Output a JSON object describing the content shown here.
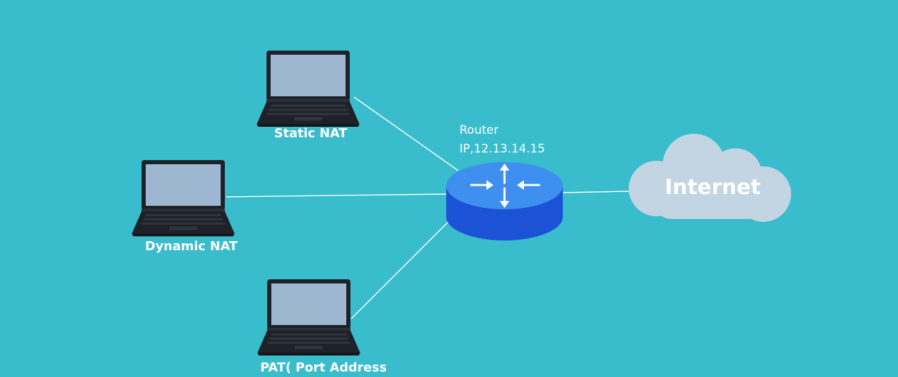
{
  "laptops": [
    {
      "id": "static",
      "label": "Static NAT"
    },
    {
      "id": "dynamic",
      "label": "Dynamic NAT"
    },
    {
      "id": "pat",
      "label": "PAT( Port Address"
    }
  ],
  "router": {
    "title": "Router",
    "ip": "IP,12.13.14.15"
  },
  "cloud": {
    "label": "Internet"
  },
  "colors": {
    "background": "#39bccb",
    "router_top": "#3f8ff0",
    "router_side": "#1c52d6",
    "cloud": "#c3d4e3",
    "screen": "#9db7d0",
    "laptop_body": "#1e2128",
    "link": "#ffffff"
  },
  "icons": {
    "router_arrows": "router-arrows-icon",
    "laptop": "laptop-icon",
    "cloud": "cloud-icon"
  }
}
